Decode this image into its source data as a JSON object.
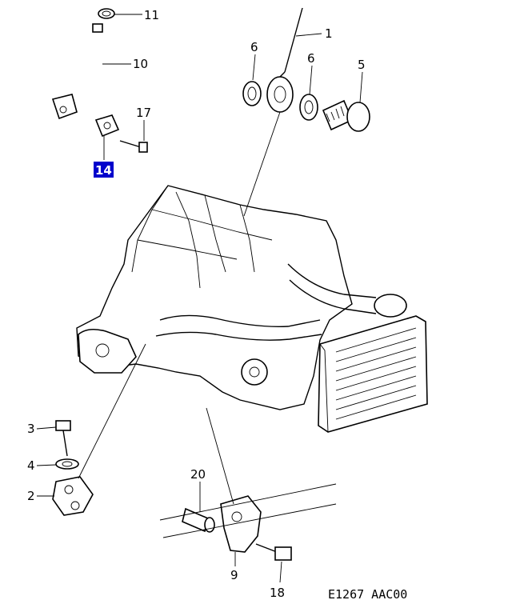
{
  "callouts": {
    "c1": "1",
    "c2": "2",
    "c3": "3",
    "c4": "4",
    "c5": "5",
    "c6a": "6",
    "c6b": "6",
    "c9": "9",
    "c10": "10",
    "c11": "11",
    "c14": "14",
    "c17": "17",
    "c18": "18",
    "c20": "20"
  },
  "reference_code": "E1267 AAC00",
  "colors": {
    "highlight": "#0000cc",
    "ink": "#000000",
    "paper": "#ffffff"
  }
}
